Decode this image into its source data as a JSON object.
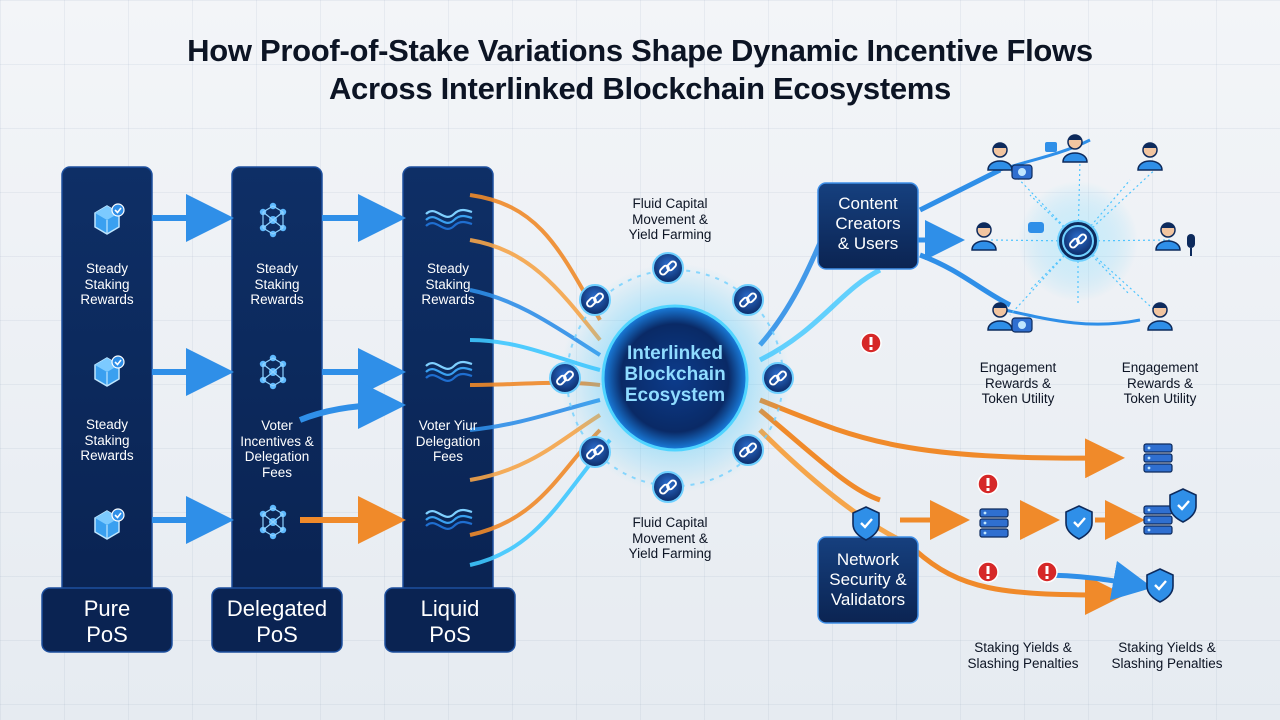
{
  "title": {
    "line1": "How Proof-of-Stake Variations Shape Dynamic Incentive Flows",
    "line2": "Across Interlinked Blockchain Ecosystems"
  },
  "pillars": {
    "pure": {
      "title_line1": "Pure",
      "title_line2": "PoS",
      "label1": [
        "Steady",
        "Staking",
        "Rewards"
      ],
      "label2": [
        "Steady",
        "Staking",
        "Rewards"
      ]
    },
    "delegated": {
      "title_line1": "Delegated",
      "title_line2": "PoS",
      "label1": [
        "Steady",
        "Staking",
        "Rewards"
      ],
      "label2": [
        "Voter",
        "Incentives &",
        "Delegation",
        "Fees"
      ]
    },
    "liquid": {
      "title_line1": "Liquid",
      "title_line2": "PoS",
      "label1": [
        "Steady",
        "Staking",
        "Rewards"
      ],
      "label2": [
        "Voter Yiur",
        "Delegation",
        "Fees"
      ]
    }
  },
  "hub": {
    "core_line1": "Interlinked",
    "core_line2": "Blockchain",
    "core_line3": "Ecosystem",
    "top_label": [
      "Fluid Capital",
      "Movement &",
      "Yield Farming"
    ],
    "bottom_label": [
      "Fluid Capital",
      "Movement &",
      "Yield Farming"
    ]
  },
  "content_creators": {
    "box": [
      "Content",
      "Creators",
      "& Users"
    ],
    "label_left": [
      "Engagement",
      "Rewards &",
      "Token Utility"
    ],
    "label_right": [
      "Engagement",
      "Rewards &",
      "Token Utility"
    ]
  },
  "network_security": {
    "box": [
      "Network",
      "Security &",
      "Validators"
    ],
    "label_left": [
      "Staking Yields &",
      "Slashing Penalties"
    ],
    "label_right": [
      "Staking Yields &",
      "Slashing Penalties"
    ]
  },
  "colors": {
    "pillar": "#0d2a5c",
    "pillar_dark": "#0a1f45",
    "blue_flow": "#2f8fe8",
    "orange_flow": "#f08a2a",
    "alert": "#d62828",
    "glow": "#3fc8ff"
  },
  "icons": [
    "cube-check-icon",
    "network-nodes-icon",
    "wave-icon",
    "chain-link-icon",
    "user-icon",
    "server-icon",
    "shield-check-icon",
    "alert-icon"
  ]
}
